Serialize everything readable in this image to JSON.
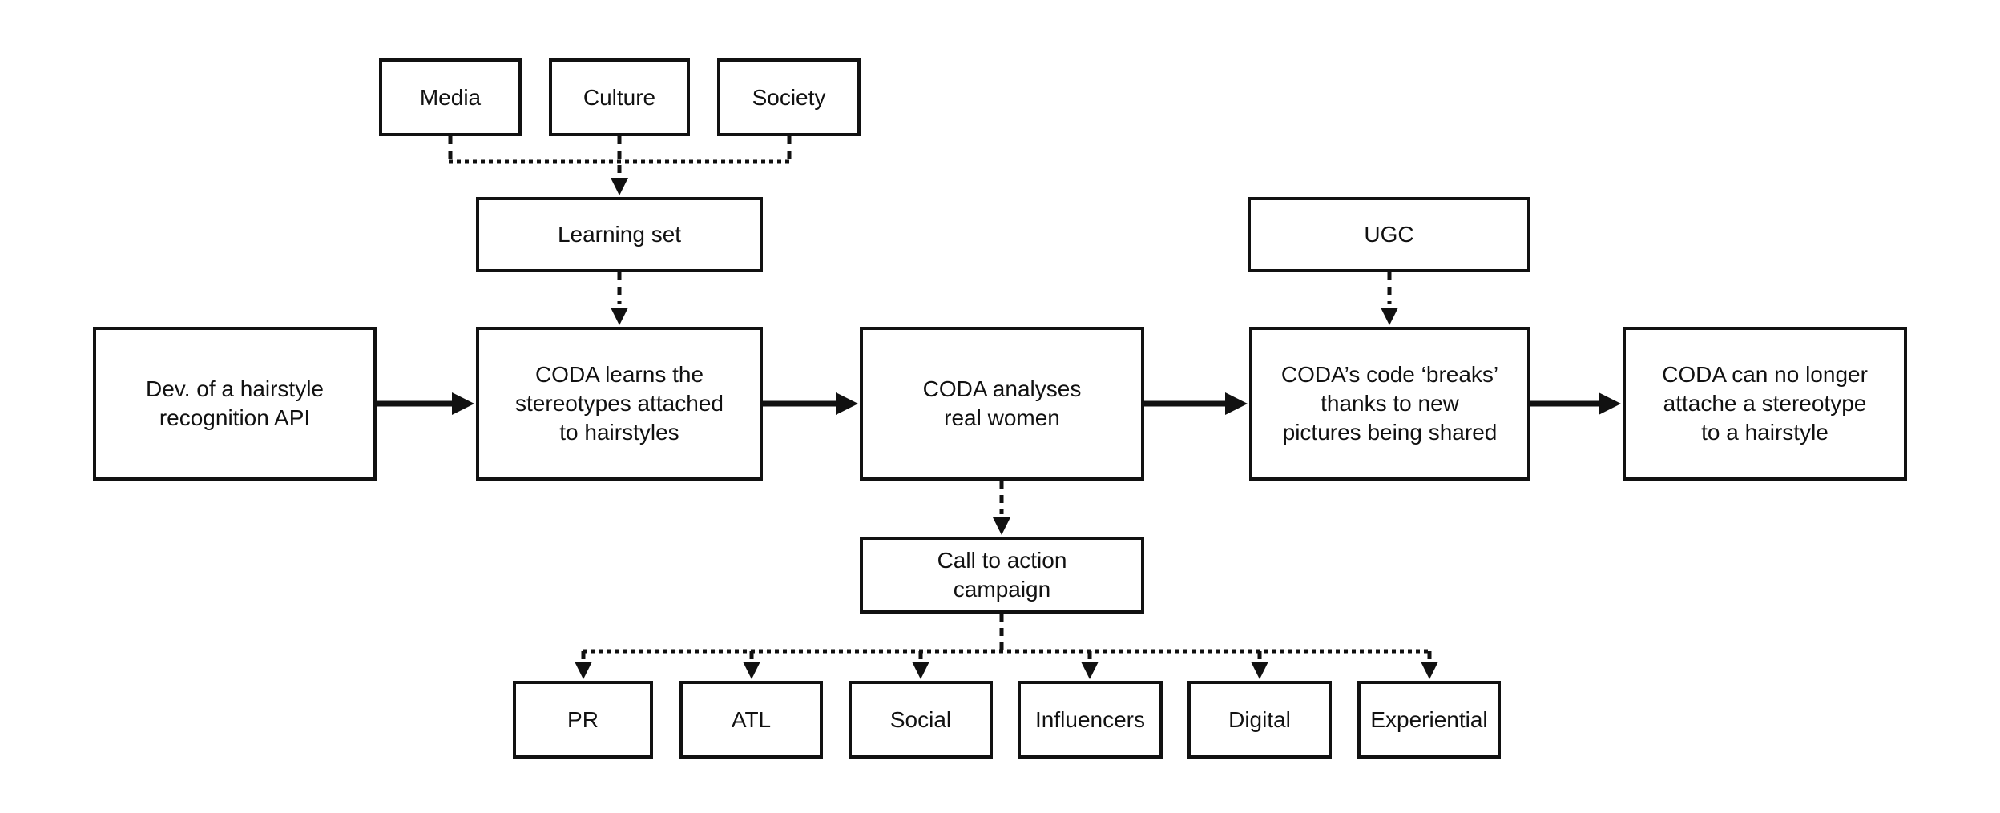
{
  "diagram": {
    "background_color": "#ffffff",
    "line_color": "#111111",
    "nodes": {
      "media": {
        "label": "Media"
      },
      "culture": {
        "label": "Culture"
      },
      "society": {
        "label": "Society"
      },
      "learning_set": {
        "label": "Learning set"
      },
      "ugc": {
        "label": "UGC"
      },
      "dev_api": {
        "label": "Dev. of a hairstyle\nrecognition API"
      },
      "coda_learns": {
        "label": "CODA learns the\nstereotypes attached\nto hairstyles"
      },
      "coda_analyses": {
        "label": "CODA analyses\nreal women"
      },
      "coda_breaks": {
        "label": "CODA’s code ‘breaks’\nthanks to new\npictures being shared"
      },
      "coda_no_longer": {
        "label": "CODA can no longer\nattache a stereotype\nto a hairstyle"
      },
      "call_to_action": {
        "label": "Call to action\ncampaign"
      },
      "pr": {
        "label": "PR"
      },
      "atl": {
        "label": "ATL"
      },
      "social": {
        "label": "Social"
      },
      "influencers": {
        "label": "Influencers"
      },
      "digital": {
        "label": "Digital"
      },
      "experiential": {
        "label": "Experiential"
      }
    }
  }
}
